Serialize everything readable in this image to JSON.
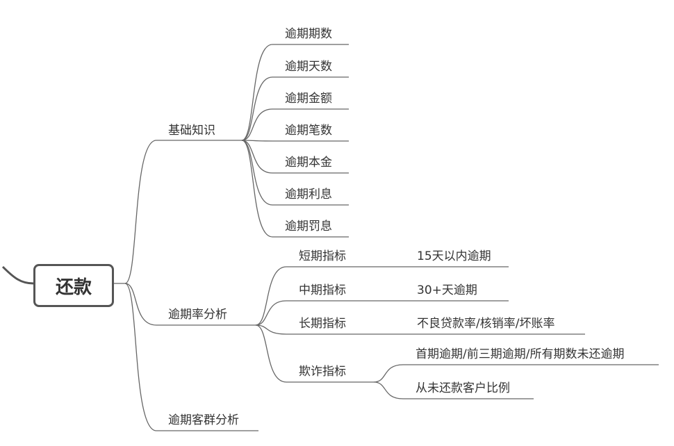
{
  "root": "还款",
  "branches": [
    {
      "label": "基础知识",
      "children": [
        "逾期期数",
        "逾期天数",
        "逾期金额",
        "逾期笔数",
        "逾期本金",
        "逾期利息",
        "逾期罚息"
      ]
    },
    {
      "label": "逾期率分析",
      "children": [
        {
          "label": "短期指标",
          "children": [
            "15天以内逾期"
          ]
        },
        {
          "label": "中期指标",
          "children": [
            "30+天逾期"
          ]
        },
        {
          "label": "长期指标",
          "children": [
            "不良贷款率/核销率/坏账率"
          ]
        },
        {
          "label": "欺诈指标",
          "children": [
            "首期逾期/前三期逾期/所有期数未还逾期",
            "从未还款客户比例"
          ]
        }
      ]
    },
    {
      "label": "逾期客群分析",
      "children": []
    }
  ]
}
